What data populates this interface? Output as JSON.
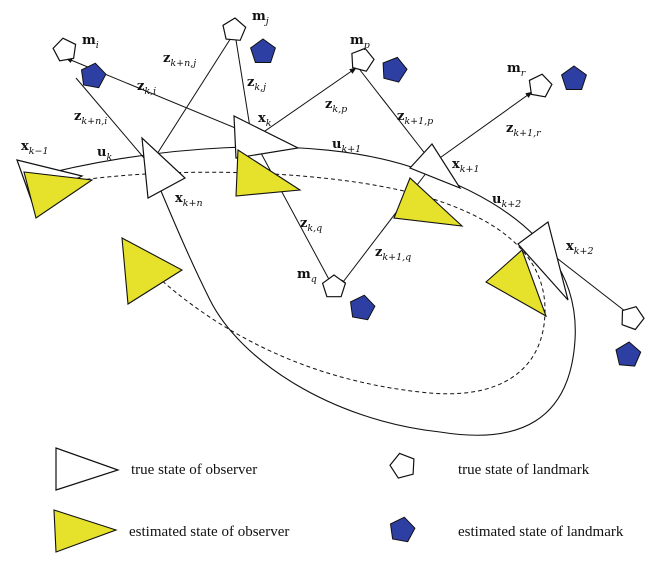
{
  "colors": {
    "estimated_fill": "#e6e22c",
    "landmark_fill": "#2e3fa3",
    "line": "#111111"
  },
  "labels": {
    "m_i": {
      "base": "m",
      "sub": "i"
    },
    "m_j": {
      "base": "m",
      "sub": "j"
    },
    "m_p": {
      "base": "m",
      "sub": "p"
    },
    "m_r": {
      "base": "m",
      "sub": "r"
    },
    "m_q": {
      "base": "m",
      "sub": "q"
    },
    "x_km1": {
      "base": "x",
      "sub": "k−1"
    },
    "x_k": {
      "base": "x",
      "sub": "k"
    },
    "x_kp1": {
      "base": "x",
      "sub": "k+1"
    },
    "x_kp2": {
      "base": "x",
      "sub": "k+2"
    },
    "x_kpn": {
      "base": "x",
      "sub": "k+n"
    },
    "u_k": {
      "base": "u",
      "sub": "k"
    },
    "u_kp1": {
      "base": "u",
      "sub": "k+1"
    },
    "u_kp2": {
      "base": "u",
      "sub": "k+2"
    },
    "z_ki": {
      "base": "z",
      "sub": "k,i"
    },
    "z_kni": {
      "base": "z",
      "sub": "k+n,i"
    },
    "z_knj": {
      "base": "z",
      "sub": "k+n,j"
    },
    "z_kj": {
      "base": "z",
      "sub": "k,j"
    },
    "z_kp": {
      "base": "z",
      "sub": "k,p"
    },
    "z_k1p": {
      "base": "z",
      "sub": "k+1,p"
    },
    "z_k1r": {
      "base": "z",
      "sub": "k+1,r"
    },
    "z_kq": {
      "base": "z",
      "sub": "k,q"
    },
    "z_k1q": {
      "base": "z",
      "sub": "k+1,q"
    }
  },
  "legend": {
    "true_observer": "true state of observer",
    "estimated_observer": "estimated state of observer",
    "true_landmark": "true state of landmark",
    "estimated_landmark": "estimated state of landmark"
  }
}
